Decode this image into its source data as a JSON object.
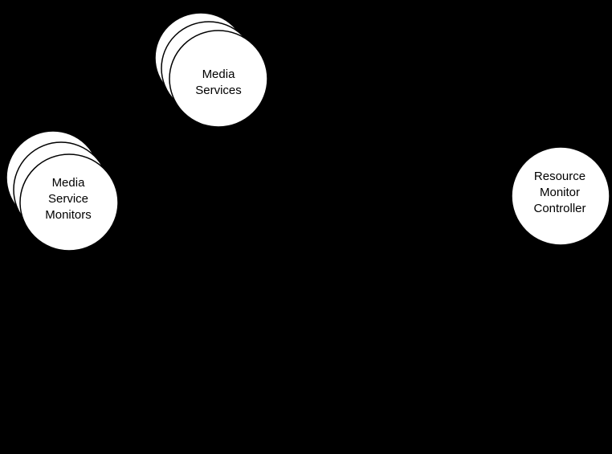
{
  "diagram": {
    "background": "#000000",
    "node_fill": "#ffffff",
    "node_stroke": "#000000",
    "nodes": [
      {
        "id": "media-services",
        "type": "stacked-circles",
        "lines": [
          "Media",
          "Services"
        ],
        "stack_count": 3
      },
      {
        "id": "media-service-monitors",
        "type": "stacked-circles",
        "lines": [
          "Media",
          "Service",
          "Monitors"
        ],
        "stack_count": 3
      },
      {
        "id": "resource-monitor-controller",
        "type": "circle",
        "lines": [
          "Resource",
          "Monitor",
          "Controller"
        ],
        "stack_count": 1
      }
    ]
  }
}
